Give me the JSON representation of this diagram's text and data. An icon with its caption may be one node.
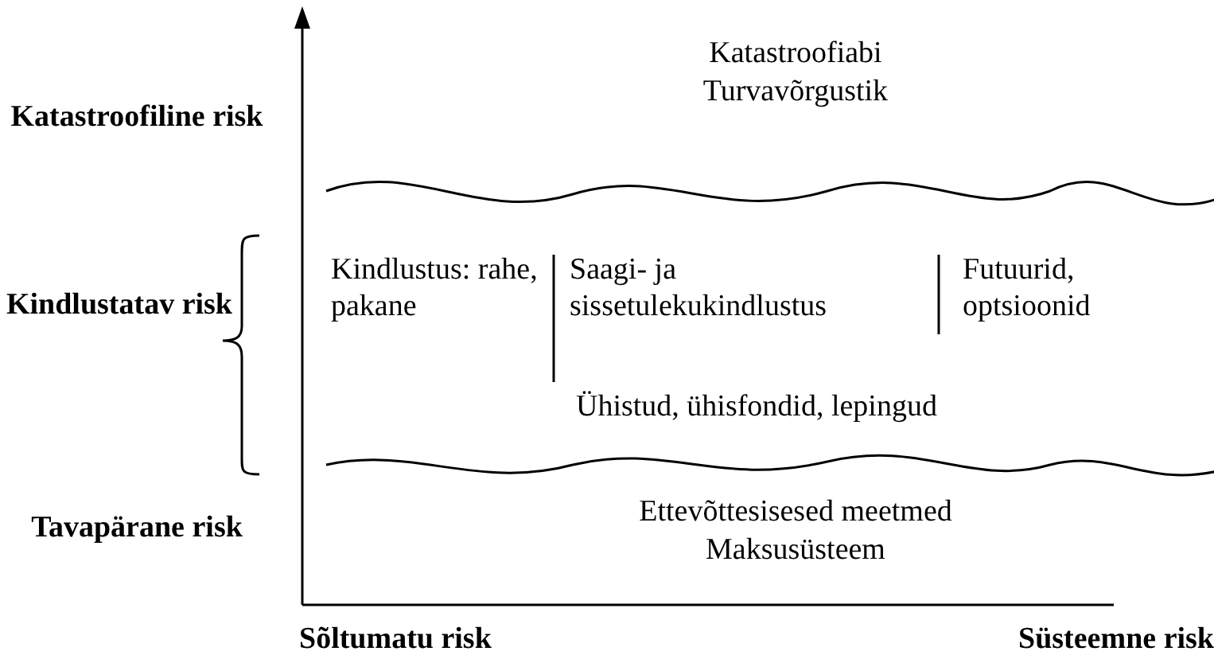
{
  "diagram": {
    "labels": [
      "Katastroofiline risk",
      "Katastroofiabi",
      "Turvavõrgustik",
      "Kindlustus: rahe, pakane",
      "Saagi- ja sissetulekukindlustus",
      "Futuurid, optsioonid",
      "Kindlustatav risk",
      "Ühistud, ühisfondid, lepingud",
      "Tavapärane risk",
      "Ettevõttesisesed meetmed",
      "Maksusüsteem",
      "Sõltumatu risk",
      "Süsteemne risk"
    ]
  }
}
